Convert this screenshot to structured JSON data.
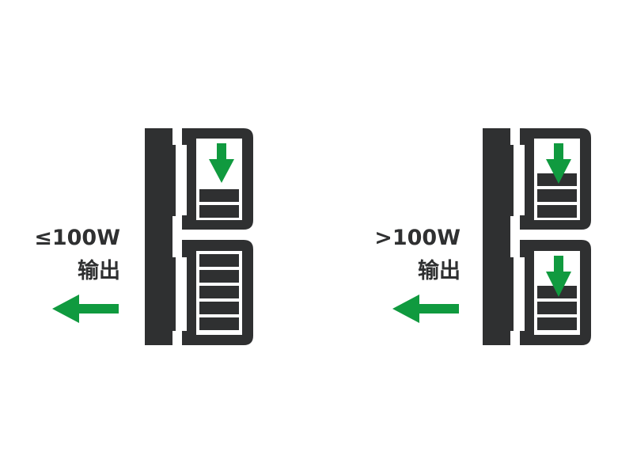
{
  "left": {
    "condition": "≤100W",
    "label": "输出"
  },
  "right": {
    "condition": ">100W",
    "label": "输出"
  },
  "colors": {
    "dark": "#2f3031",
    "green": "#109a3f",
    "white": "#ffffff"
  }
}
